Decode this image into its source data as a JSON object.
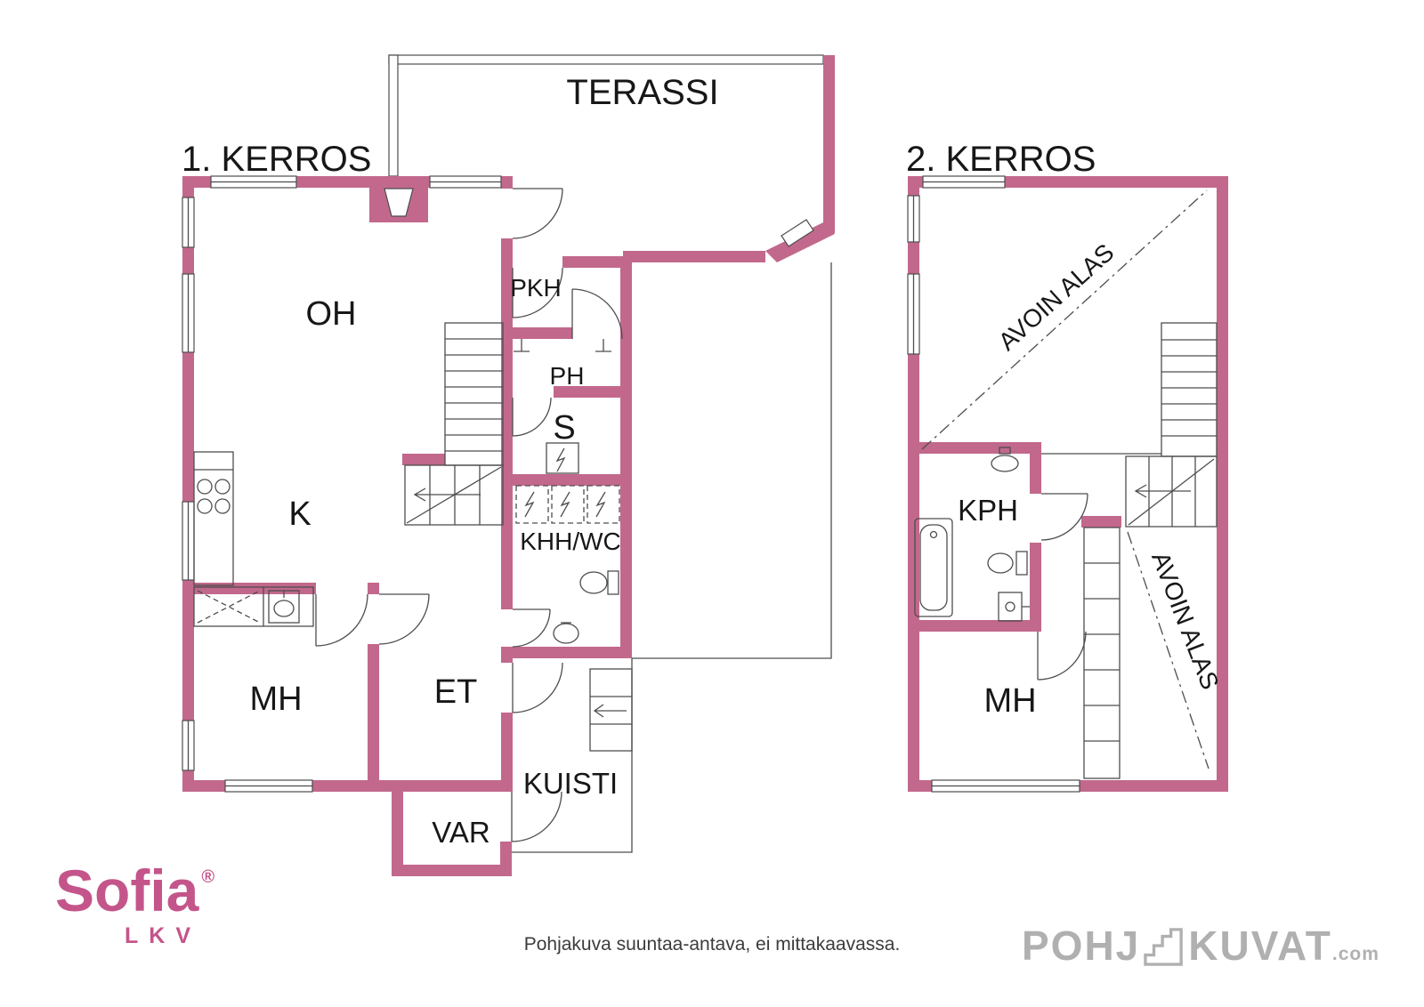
{
  "colors": {
    "wall": "#c2688c",
    "line": "#4d4d4d",
    "text": "#171717",
    "brand": "#c4558a",
    "credit": "#b0b0b0",
    "disclaimer": "#3c3c3c"
  },
  "floor1": {
    "title": "1. KERROS",
    "labels": {
      "terassi": "TERASSI",
      "oh": "OH",
      "pkh": "PKH",
      "ph": "PH",
      "s": "S",
      "k": "K",
      "khh_wc": "KHH/WC",
      "mh": "MH",
      "et": "ET",
      "kuisti": "KUISTI",
      "var": "VAR"
    }
  },
  "floor2": {
    "title": "2. KERROS",
    "labels": {
      "avoin_alas_top": "AVOIN ALAS",
      "kph": "KPH",
      "mh": "MH",
      "avoin_alas_bottom": "AVOIN ALAS"
    }
  },
  "footer": {
    "disclaimer": "Pohjakuva suuntaa-antava, ei mittakaavassa.",
    "brand_name": "Sofia",
    "brand_mark": "®",
    "brand_sub": "LKV",
    "credit_part1": "POHJ",
    "credit_part2": "KUVAT",
    "credit_suffix": ".com"
  }
}
